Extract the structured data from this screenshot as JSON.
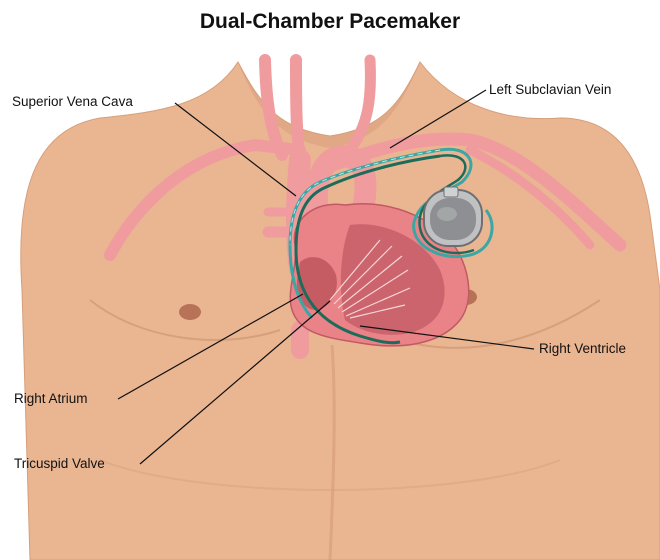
{
  "diagram": {
    "title": "Dual-Chamber Pacemaker",
    "labels": {
      "superior_vena_cava": "Superior Vena Cava",
      "left_subclavian_vein": "Left Subclavian Vein",
      "right_atrium": "Right Atrium",
      "tricuspid_valve": "Tricuspid Valve",
      "right_ventricle": "Right Ventricle"
    }
  },
  "colors": {
    "skin": "#eab692",
    "skin_shadow": "#c98e6a",
    "vessel": "#f09c9e",
    "heart": "#e98387",
    "heart_inner": "#c05a63",
    "lead_blue": "#3aa7a5",
    "lead_green": "#1d6c5a",
    "pacemaker": "#8d8f92"
  }
}
